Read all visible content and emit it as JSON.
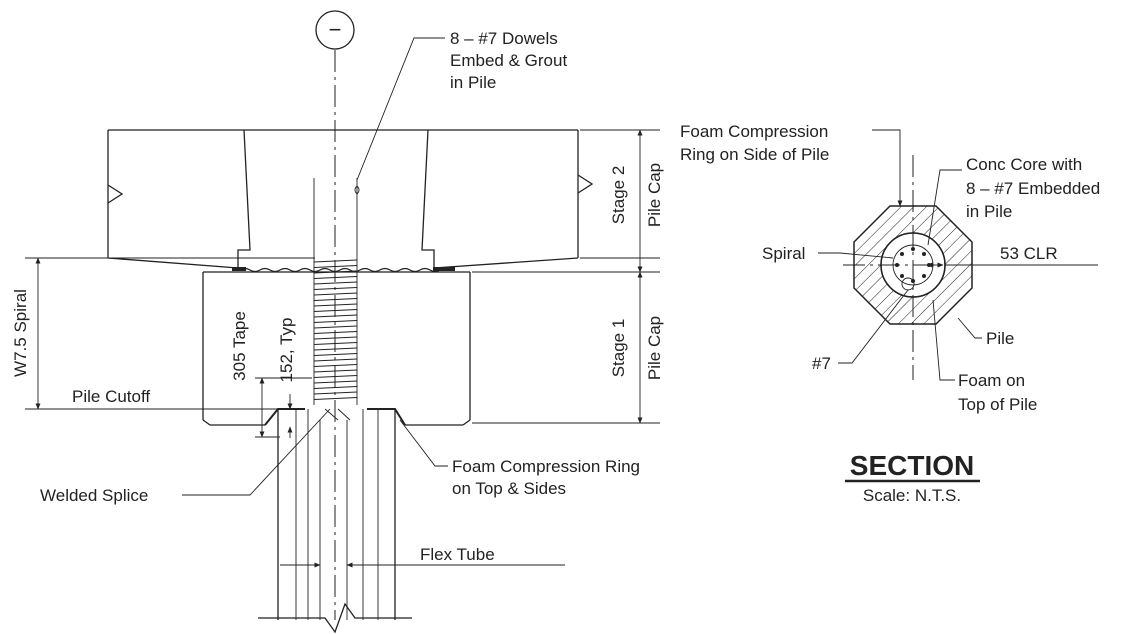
{
  "drawing": {
    "grid_marker": "−",
    "labels": {
      "dowels": [
        "8 – #7 Dowels",
        "Embed & Grout",
        "in Pile"
      ],
      "stage2": [
        "Stage 2",
        "Pile Cap"
      ],
      "stage1": [
        "Stage 1",
        "Pile Cap"
      ],
      "spiral": "W7.5 Spiral",
      "tape": "305 Tape",
      "typ": "152, Typ",
      "pile_cutoff": "Pile Cutoff",
      "welded_splice": "Welded Splice",
      "foam_ring_top": [
        "Foam Compression Ring",
        "on Top & Sides"
      ],
      "flex_tube": "Flex Tube"
    }
  },
  "section": {
    "labels": {
      "foam_ring_side": [
        "Foam Compression",
        "Ring on Side of Pile"
      ],
      "conc_core": [
        "Conc Core with",
        "8 – #7 Embedded",
        "in Pile"
      ],
      "spiral": "Spiral",
      "clr": "53  CLR",
      "pile": "Pile",
      "bar": "#7",
      "foam_top": [
        "Foam on",
        "Top of Pile"
      ]
    },
    "title": "SECTION",
    "scale": "Scale: N.T.S."
  }
}
